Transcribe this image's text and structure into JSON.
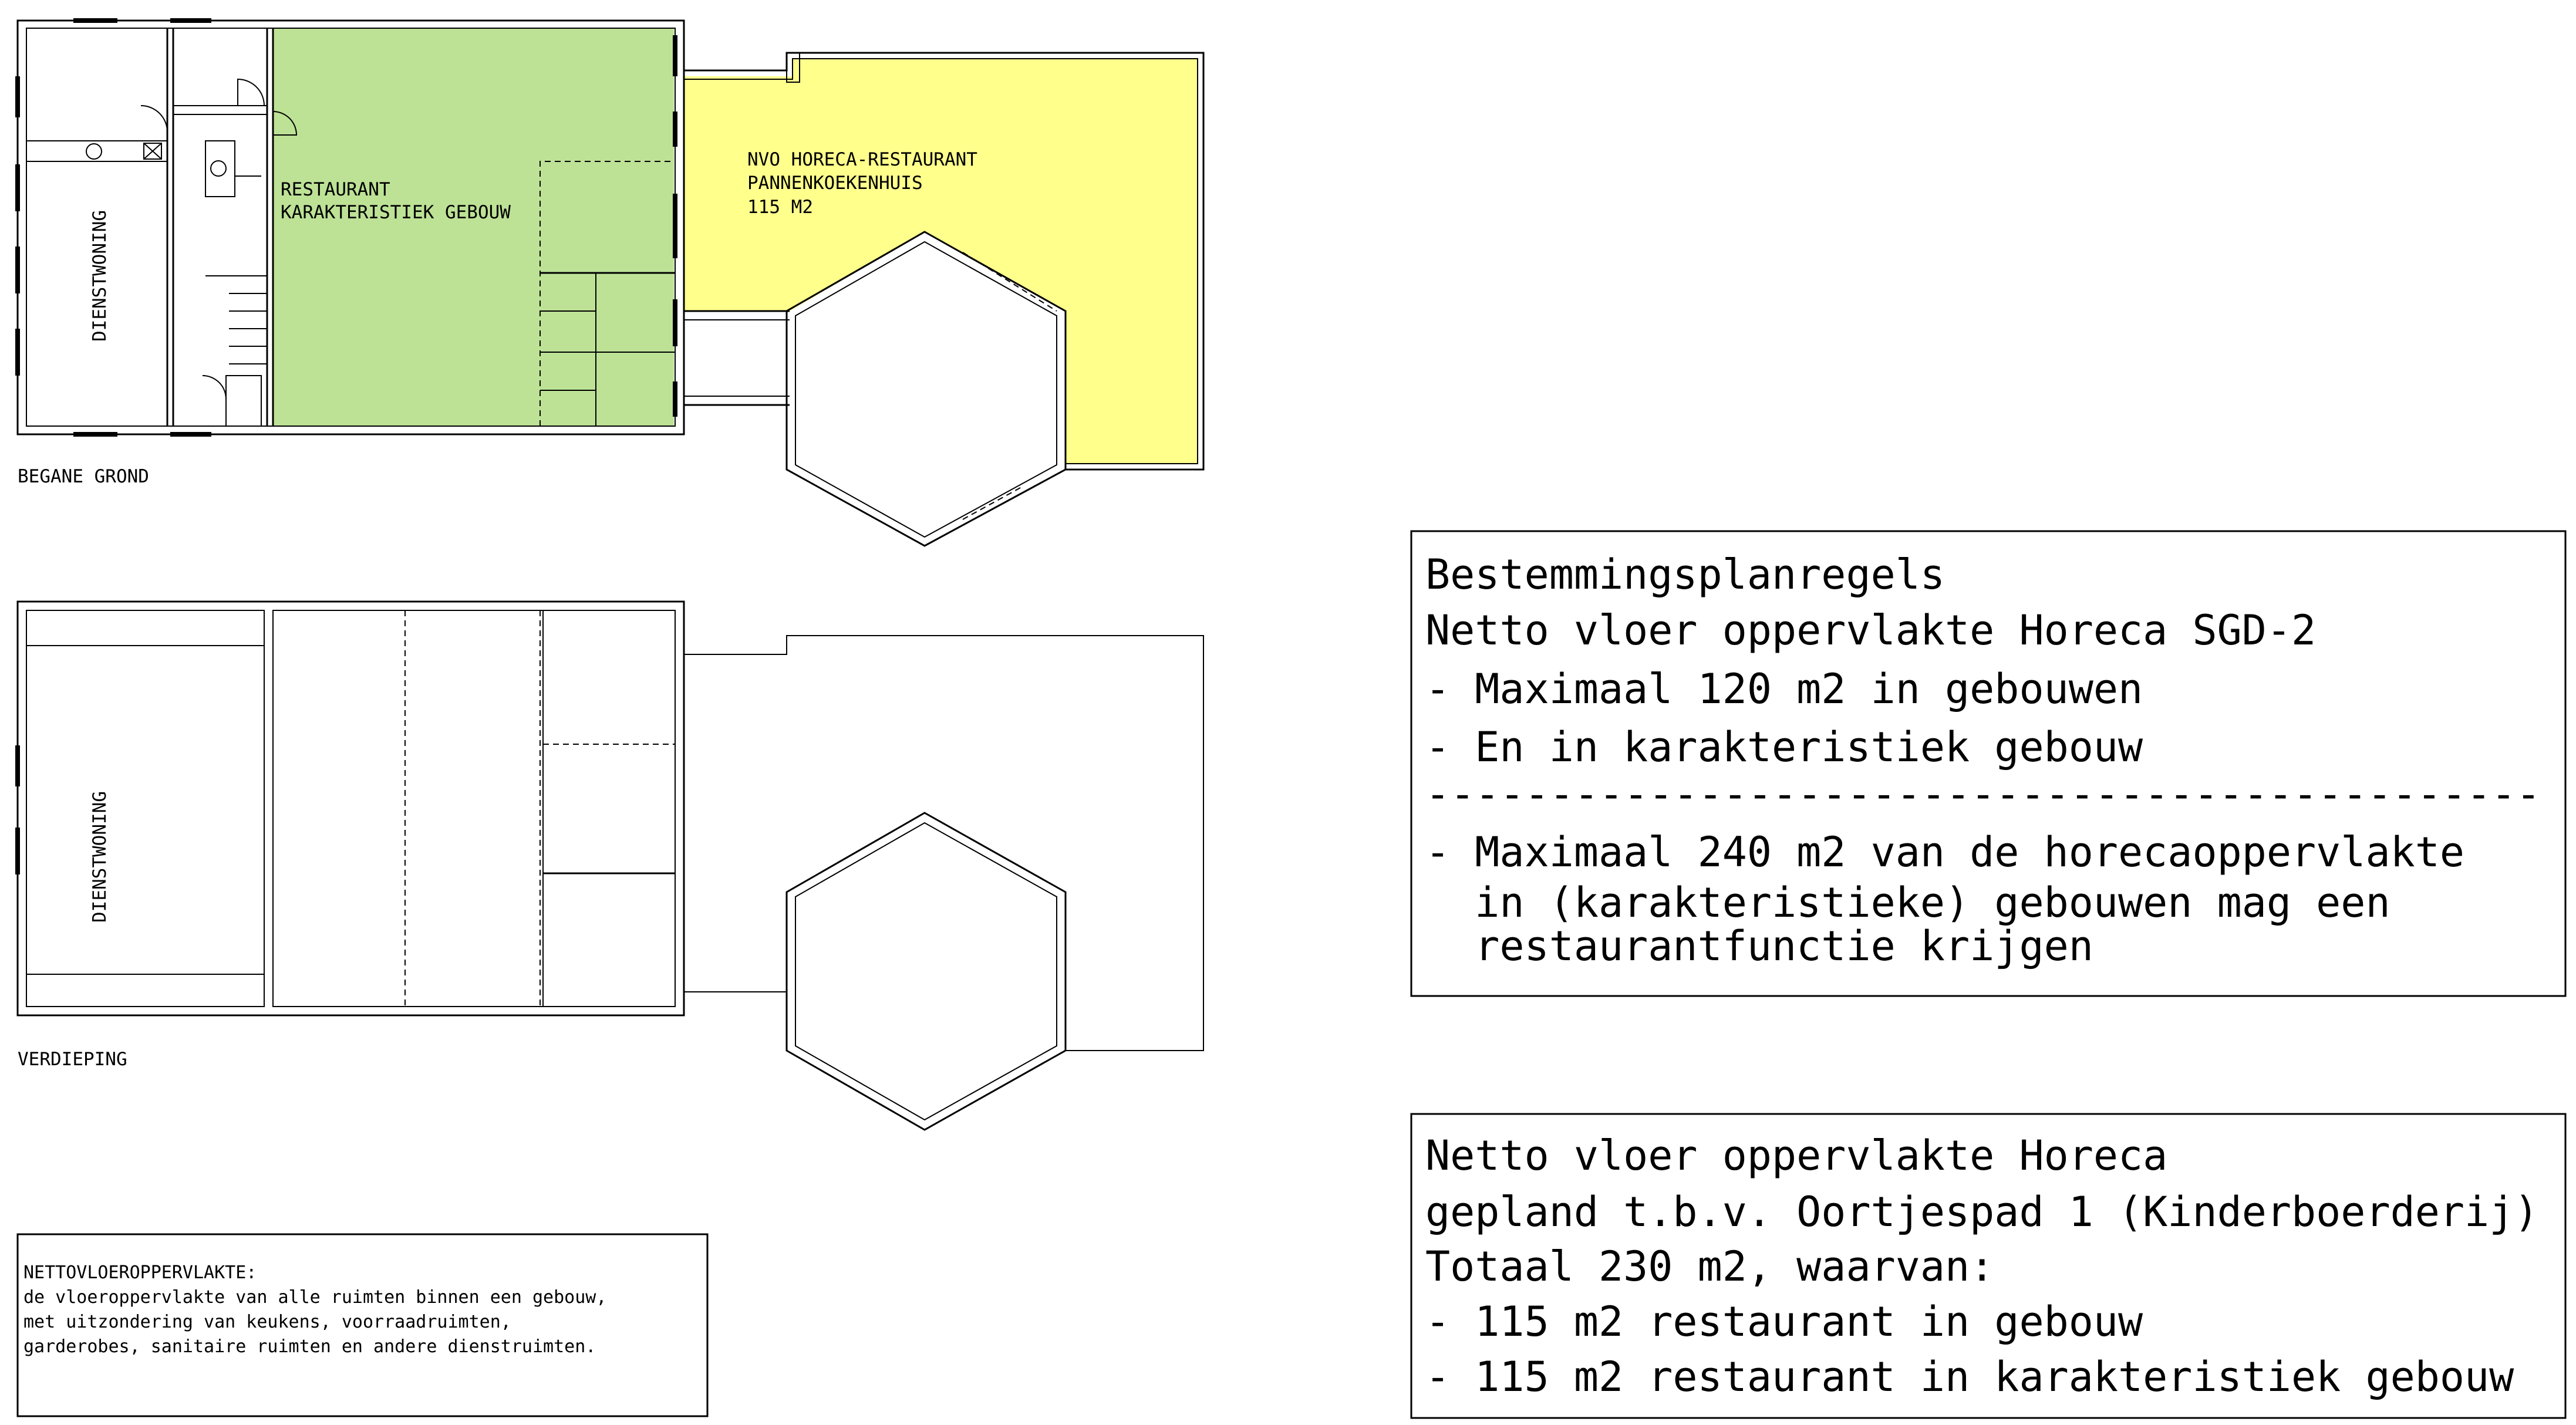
{
  "colors": {
    "restaurant_fill": "#bde296",
    "horeca_fill": "#ffff8c",
    "line": "#000000",
    "background": "#ffffff"
  },
  "ground_floor": {
    "label": "BEGANE GROND",
    "dienstwoning": "DIENSTWONING",
    "restaurant_line1": "RESTAURANT",
    "restaurant_line2": "KARAKTERISTIEK GEBOUW",
    "nvo_line1": "NVO HORECA-RESTAURANT",
    "nvo_line2": "PANNENKOEKENHUIS",
    "nvo_line3": "115 M2"
  },
  "upper_floor": {
    "label": "VERDIEPING",
    "dienstwoning": "DIENSTWONING"
  },
  "definition": {
    "title": "NETTOVLOEROPPERVLAKTE:",
    "line1": "de vloeroppervlakte van alle ruimten binnen een gebouw,",
    "line2": "met uitzondering van keukens, voorraadruimten,",
    "line3": "garderobes, sanitaire ruimten en andere dienstruimten."
  },
  "rules_box": {
    "line1": "Bestemmingsplanregels",
    "line2": "Netto vloer oppervlakte Horeca SGD-2",
    "line3": "- Maximaal 120 m2 in gebouwen",
    "line4": "- En in karakteristiek gebouw",
    "separator": "---------------------------------------------",
    "line5": "- Maximaal 240 m2 van de horecaoppervlakte",
    "line6": "  in (karakteristieke) gebouwen mag een",
    "line7": "  restaurantfunctie krijgen"
  },
  "planned_box": {
    "line1": "Netto vloer oppervlakte Horeca",
    "line2": "gepland t.b.v. Oortjespad 1 (Kinderboerderij)",
    "line3": "Totaal 230 m2, waarvan:",
    "line4": "- 115 m2 restaurant in gebouw",
    "line5": "- 115 m2 restaurant in karakteristiek gebouw"
  }
}
